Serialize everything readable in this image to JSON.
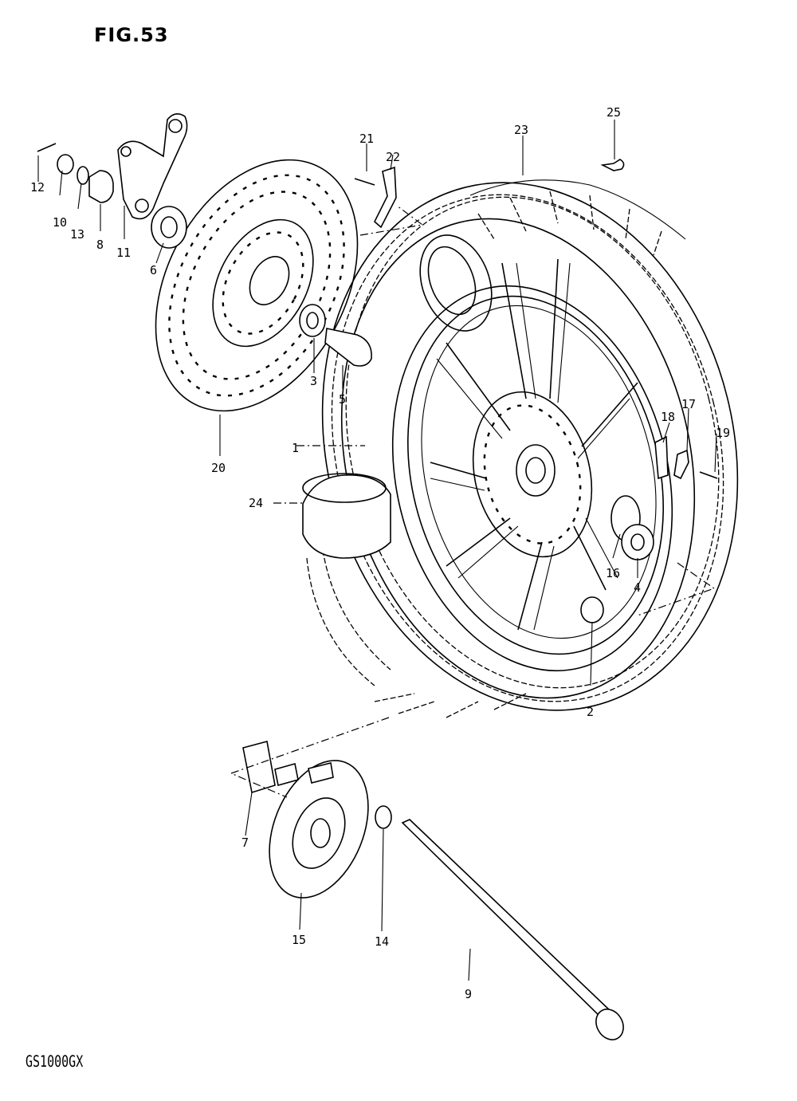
{
  "figure": {
    "title": "FIG.53",
    "model_code": "GS1000GX"
  },
  "callouts": [
    {
      "id": "c1",
      "label": "1"
    },
    {
      "id": "c2",
      "label": "2"
    },
    {
      "id": "c3",
      "label": "3"
    },
    {
      "id": "c4",
      "label": "4"
    },
    {
      "id": "c5",
      "label": "5"
    },
    {
      "id": "c6",
      "label": "6"
    },
    {
      "id": "c7",
      "label": "7"
    },
    {
      "id": "c8",
      "label": "8"
    },
    {
      "id": "c9",
      "label": "9"
    },
    {
      "id": "c10",
      "label": "10"
    },
    {
      "id": "c11",
      "label": "11"
    },
    {
      "id": "c12",
      "label": "12"
    },
    {
      "id": "c13",
      "label": "13"
    },
    {
      "id": "c14",
      "label": "14"
    },
    {
      "id": "c15",
      "label": "15"
    },
    {
      "id": "c16",
      "label": "16"
    },
    {
      "id": "c17",
      "label": "17"
    },
    {
      "id": "c18",
      "label": "18"
    },
    {
      "id": "c19",
      "label": "19"
    },
    {
      "id": "c20",
      "label": "20"
    },
    {
      "id": "c21",
      "label": "21"
    },
    {
      "id": "c22",
      "label": "22"
    },
    {
      "id": "c23",
      "label": "23"
    },
    {
      "id": "c24",
      "label": "24"
    },
    {
      "id": "c25",
      "label": "25"
    }
  ]
}
